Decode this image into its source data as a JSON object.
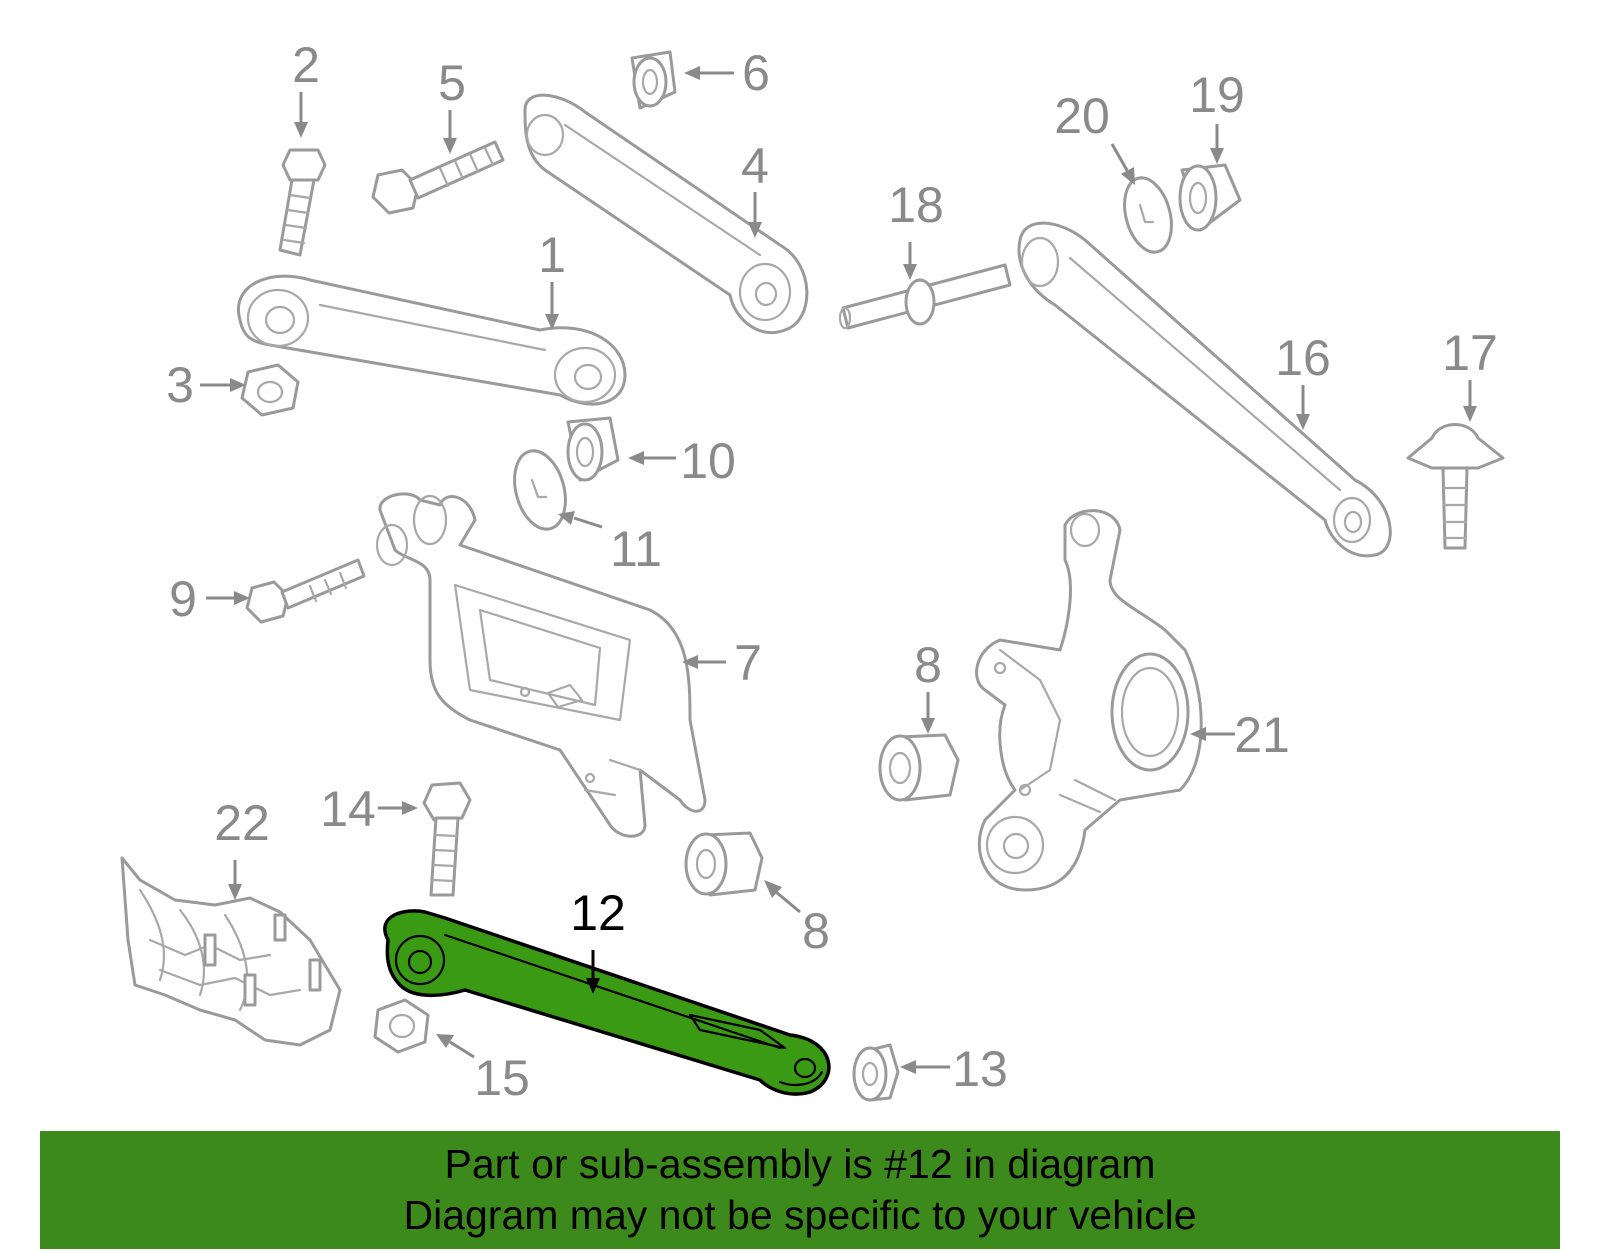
{
  "colors": {
    "highlight": "#3a9a14",
    "banner": "#3d8a1c",
    "part_line": "#9a9a9a",
    "callout": "#8a8a8a"
  },
  "diagram": {
    "highlighted_callout": "12",
    "callouts": [
      "1",
      "2",
      "3",
      "4",
      "5",
      "6",
      "7",
      "8",
      "8",
      "9",
      "10",
      "11",
      "12",
      "13",
      "14",
      "15",
      "16",
      "17",
      "18",
      "19",
      "20",
      "21",
      "22"
    ]
  },
  "banner": {
    "line1": "Part or sub-assembly is #12 in diagram",
    "line2": "Diagram may not be specific to your vehicle"
  }
}
